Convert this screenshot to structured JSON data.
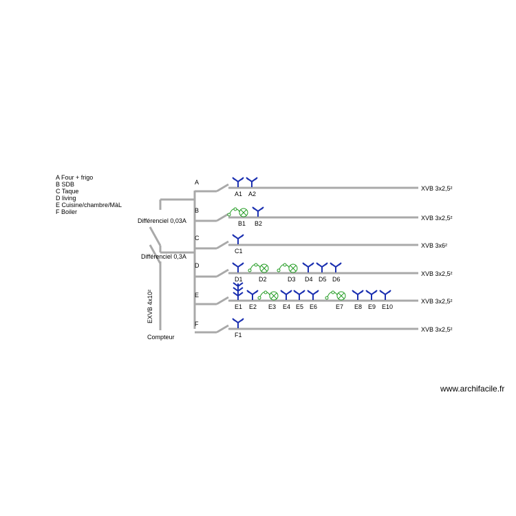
{
  "legend": [
    "A Four + frigo",
    "B SDB",
    "C Taque",
    "D living",
    "E Cuisine/chambre/MàL",
    "F Boiler"
  ],
  "labels": {
    "diff1": "Différenciel 0,03A",
    "diff2": "Différenciel 0,3A",
    "feed_cable": "EXVB 4x10²",
    "meter": "Compteur"
  },
  "circuits": [
    {
      "letter": "A",
      "cable": "XVB 3x2,5²",
      "items": [
        {
          "type": "socket",
          "label": "A1"
        },
        {
          "type": "socket",
          "label": "A2"
        }
      ]
    },
    {
      "letter": "B",
      "cable": "XVB 3x2,5²",
      "items": [
        {
          "type": "light",
          "label": "B1"
        },
        {
          "type": "socket",
          "label": "B2"
        }
      ]
    },
    {
      "letter": "C",
      "cable": "XVB 3x6²",
      "items": [
        {
          "type": "socket",
          "label": "C1"
        }
      ]
    },
    {
      "letter": "D",
      "cable": "XVB 3x2,5²",
      "items": [
        {
          "type": "socket",
          "label": "D1"
        },
        {
          "type": "light",
          "label": "D2"
        },
        {
          "type": "light",
          "label": "D3"
        },
        {
          "type": "socket",
          "label": "D4"
        },
        {
          "type": "socket",
          "label": "D5"
        },
        {
          "type": "socket",
          "label": "D6"
        }
      ]
    },
    {
      "letter": "E",
      "cable": "XVB 3x2,5²",
      "items": [
        {
          "type": "multi-socket",
          "label": "E1"
        },
        {
          "type": "socket",
          "label": "E2"
        },
        {
          "type": "light",
          "label": "E3"
        },
        {
          "type": "socket",
          "label": "E4"
        },
        {
          "type": "socket",
          "label": "E5"
        },
        {
          "type": "socket",
          "label": "E6"
        },
        {
          "type": "light",
          "label": "E7"
        },
        {
          "type": "socket",
          "label": "E8"
        },
        {
          "type": "socket",
          "label": "E9"
        },
        {
          "type": "socket",
          "label": "E10"
        }
      ]
    },
    {
      "letter": "F",
      "cable": "XVB 3x2,5²",
      "items": [
        {
          "type": "socket",
          "label": "F1"
        }
      ]
    }
  ],
  "colors": {
    "wire": "#a9a9a9",
    "socket": "#1a2fb0",
    "light": "#1f9a1f",
    "text": "#000000"
  },
  "watermark": "www.archifacile.fr"
}
